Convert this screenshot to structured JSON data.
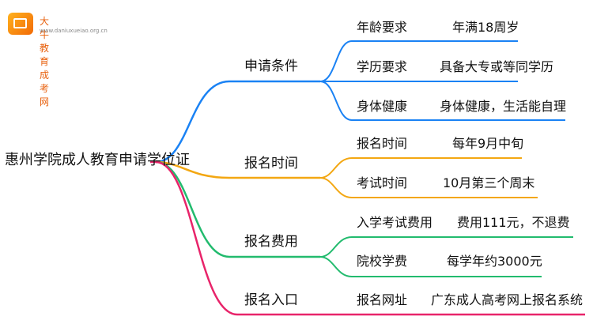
{
  "logo": {
    "name": "大牛教育成考网",
    "url": "www.daniuxueiao.org.cn"
  },
  "root": "惠州学院成人教育申请学位证",
  "colors": {
    "blue": "#1a82f4",
    "orange": "#f3a712",
    "green": "#22bb6e",
    "pink": "#e8246a"
  },
  "branches": [
    {
      "label": "申请条件",
      "color": "blue",
      "items": [
        {
          "label": "年龄要求",
          "value": "年满18周岁"
        },
        {
          "label": "学历要求",
          "value": "具备大专或等同学历"
        },
        {
          "label": "身体健康",
          "value": "身体健康，生活能自理"
        }
      ]
    },
    {
      "label": "报名时间",
      "color": "orange",
      "items": [
        {
          "label": "报名时间",
          "value": "每年9月中旬"
        },
        {
          "label": "考试时间",
          "value": "10月第三个周末"
        }
      ]
    },
    {
      "label": "报名费用",
      "color": "green",
      "items": [
        {
          "label": "入学考试费用",
          "value": "费用111元，不退费"
        },
        {
          "label": "院校学费",
          "value": "每学年约3000元"
        }
      ]
    },
    {
      "label": "报名入口",
      "color": "pink",
      "items": [
        {
          "label": "报名网址",
          "value": "广东成人高考网上报名系统"
        }
      ]
    }
  ]
}
